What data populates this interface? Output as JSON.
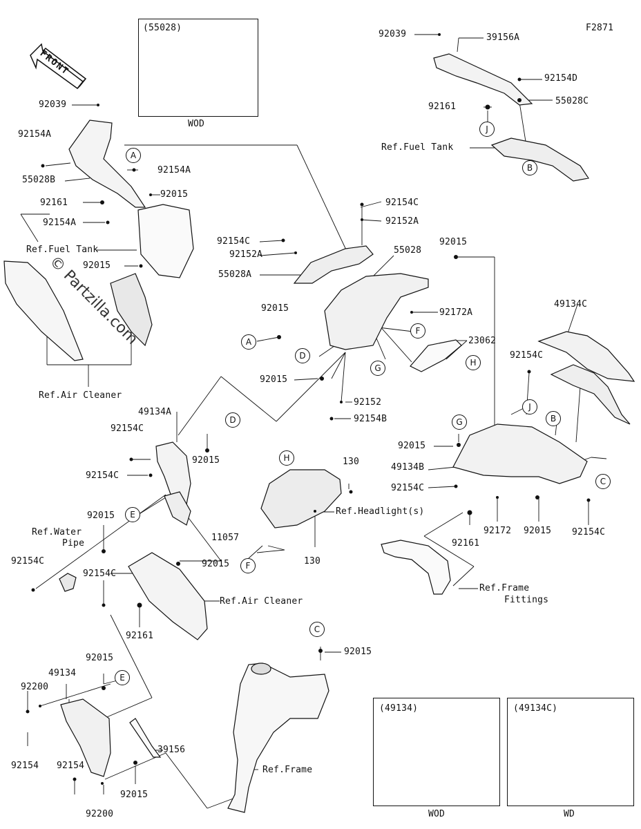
{
  "figure_code": "F2871",
  "front_label": "FRONT",
  "watermark": "© Partzilla.com",
  "insets": [
    {
      "part": "(55028)",
      "variant": "WOD"
    },
    {
      "part": "(49134)",
      "variant": "WOD"
    },
    {
      "part": "(49134C)",
      "variant": "WD"
    }
  ],
  "part_labels": {
    "p92039_top": "92039",
    "p39156A": "39156A",
    "p92154D": "92154D",
    "p92161_top": "92161",
    "p55028C": "55028C",
    "ref_fuel_tank_top": "Ref.Fuel Tank",
    "p92039_left": "92039",
    "p92154A_1": "92154A",
    "p92154A_2": "92154A",
    "p55028B": "55028B",
    "p92015_a": "92015",
    "p92161_left": "92161",
    "p92154A_3": "92154A",
    "ref_fuel_tank_left": "Ref.Fuel Tank",
    "p92015_b": "92015",
    "ref_air_cleaner_left": "Ref.Air Cleaner",
    "p92154C_1": "92154C",
    "p92152A_1": "92152A",
    "p92154C_2": "92154C",
    "p92152A_2": "92152A",
    "p55028A": "55028A",
    "p55028": "55028",
    "p92015_c": "92015",
    "p92172A": "92172A",
    "p92015_d": "92015",
    "p23062": "23062",
    "p92015_e": "92015",
    "p92152": "92152",
    "p92154B": "92154B",
    "p49134C": "49134C",
    "p92154C_3": "92154C",
    "p49134A": "49134A",
    "p92154C_4": "92154C",
    "p92015_f": "92015",
    "p92154C_5": "92154C",
    "p92015_g": "92015",
    "p49134B": "49134B",
    "p92154C_6": "92154C",
    "p130_a": "130",
    "ref_headlights": "Ref.Headlight(s)",
    "p11057": "11057",
    "p130_b": "130",
    "p92172": "92172",
    "p92015_h": "92015",
    "p92154C_7": "92154C",
    "p92161_mid": "92161",
    "p92015_i": "92015",
    "ref_water_pipe_1": "Ref.Water",
    "ref_water_pipe_2": "Pipe",
    "p92154C_8": "92154C",
    "p92015_j": "92015",
    "p92154C_9": "92154C",
    "ref_air_cleaner_mid": "Ref.Air Cleaner",
    "p92161_low": "92161",
    "ref_frame_fittings_1": "Ref.Frame",
    "ref_frame_fittings_2": "Fittings",
    "p92015_k": "92015",
    "p92015_l": "92015",
    "p49134": "49134",
    "p92200_a": "92200",
    "p39156": "39156",
    "p92154_a": "92154",
    "p92154_b": "92154",
    "p92015_m": "92015",
    "p92200_b": "92200",
    "ref_frame": "Ref.Frame"
  },
  "callouts": {
    "A1": "A",
    "A2": "A",
    "B1": "B",
    "B2": "B",
    "C1": "C",
    "C2": "C",
    "D1": "D",
    "D2": "D",
    "E1": "E",
    "E2": "E",
    "F1": "F",
    "F2": "F",
    "G1": "G",
    "G2": "G",
    "H1": "H",
    "H2": "H",
    "J1": "J",
    "J2": "J"
  }
}
